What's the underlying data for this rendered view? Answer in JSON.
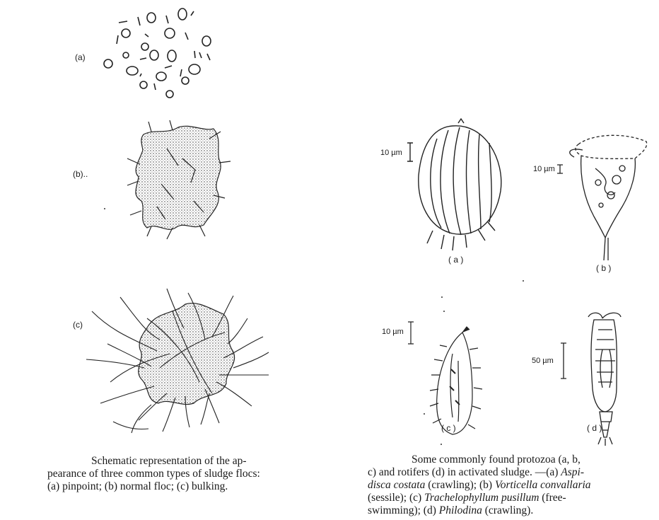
{
  "left_figure": {
    "label_a": "(a)",
    "label_b": "(b)..",
    "label_c": "(c)",
    "caption_line1": "Schematic representation of the ap-",
    "caption_line2": "pearance of three common types of sludge flocs:",
    "caption_line3": "(a) pinpoint; (b) normal floc; (c) bulking."
  },
  "right_figure": {
    "scale_a": "10 µm",
    "scale_b": "10 µm",
    "scale_c": "10 µm",
    "scale_d": "50 µm",
    "label_a": "( a )",
    "label_b": "( b )",
    "label_c": "( c )",
    "label_d": "( d )",
    "caption": {
      "l1": "Some commonly found protozoa (a, b,",
      "l2": "c) and rotifers (d) in activated sludge. —(a)",
      "l2_it": "Aspi-",
      "l3_it": "disca costata",
      "l3": "(crawling); (b)",
      "l3_it2": "Vorticella convallaria",
      "l4a": "(sessile); (c)",
      "l4_it": "Trachelophyllum pusillum",
      "l4b": "(free-",
      "l5a": "swimming); (d)",
      "l5_it": "Philodina",
      "l5b": "(crawling)."
    }
  }
}
